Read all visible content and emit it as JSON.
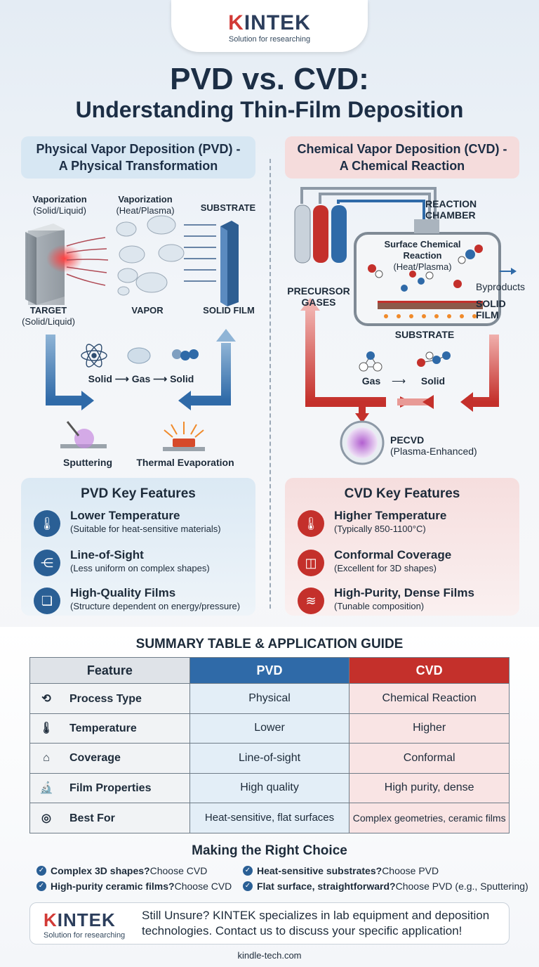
{
  "brand": {
    "name": "KINTEK",
    "tagline": "Solution for researching",
    "website": "kindle-tech.com"
  },
  "title": {
    "line1": "PVD vs. CVD:",
    "line2": "Understanding Thin-Film Deposition"
  },
  "pvd": {
    "heading_line1": "Physical Vapor Deposition (PVD) -",
    "heading_line2": "A Physical Transformation",
    "labels": {
      "vap1_a": "Vaporization",
      "vap1_b": "(Solid/Liquid)",
      "vap2_a": "Vaporization",
      "vap2_b": "(Heat/Plasma)",
      "substrate": "SUBSTRATE",
      "target_a": "TARGET",
      "target_b": "(Solid/Liquid)",
      "vapor": "VAPOR",
      "solid_film": "SOLID FILM",
      "solid1": "Solid",
      "gas": "Gas",
      "solid2": "Solid",
      "sputtering": "Sputtering",
      "thermal": "Thermal Evaporation"
    },
    "features_title": "PVD Key Features",
    "features": [
      {
        "title": "Lower Temperature",
        "sub": "(Suitable for heat-sensitive materials)",
        "icon": "thermometer-icon"
      },
      {
        "title": "Line-of-Sight",
        "sub": "(Less uniform on complex shapes)",
        "icon": "rays-icon"
      },
      {
        "title": "High-Quality Films",
        "sub": "(Structure dependent on energy/pressure)",
        "icon": "layers-icon"
      }
    ]
  },
  "cvd": {
    "heading_line1": "Chemical Vapor Deposition (CVD) -",
    "heading_line2": "A Chemical Reaction",
    "labels": {
      "chamber_a": "REACTION",
      "chamber_b": "CHAMBER",
      "surface_a": "Surface Chemical",
      "surface_b": "Reaction",
      "surface_c": "(Heat/Plasma)",
      "byproducts": "Byproducts",
      "precursor_a": "PRECURSOR",
      "precursor_b": "GASES",
      "solid_a": "SOLID",
      "solid_b": "FILM",
      "substrate": "SUBSTRATE",
      "gas": "Gas",
      "solid": "Solid",
      "pecvd": "PECVD",
      "pecvd_sub": "(Plasma-Enhanced)"
    },
    "features_title": "CVD Key Features",
    "features": [
      {
        "title": "Higher Temperature",
        "sub": "(Typically 850-1100°C)",
        "icon": "thermometer-icon"
      },
      {
        "title": "Conformal Coverage",
        "sub": "(Excellent for 3D shapes)",
        "icon": "cube-icon"
      },
      {
        "title": "High-Purity, Dense Films",
        "sub": "(Tunable composition)",
        "icon": "stack-icon"
      }
    ]
  },
  "summary": {
    "title": "SUMMARY TABLE & APPLICATION GUIDE",
    "headers": [
      "Feature",
      "PVD",
      "CVD"
    ],
    "rows": [
      {
        "feature": "Process Type",
        "pvd": "Physical",
        "cvd": "Chemical Reaction",
        "icon": "process-icon"
      },
      {
        "feature": "Temperature",
        "pvd": "Lower",
        "cvd": "Higher",
        "icon": "thermometer-icon"
      },
      {
        "feature": "Coverage",
        "pvd": "Line-of-sight",
        "cvd": "Conformal",
        "icon": "coverage-icon"
      },
      {
        "feature": "Film Properties",
        "pvd": "High quality",
        "cvd": "High purity, dense",
        "icon": "microscope-icon"
      },
      {
        "feature": "Best For",
        "pvd": "Heat-sensitive, flat surfaces",
        "cvd": "Complex geometries, ceramic films",
        "icon": "target-icon"
      }
    ]
  },
  "choice": {
    "title": "Making the Right Choice",
    "tips": [
      {
        "q": "Complex 3D shapes?",
        "a": " Choose CVD"
      },
      {
        "q": "Heat-sensitive substrates?",
        "a": " Choose PVD"
      },
      {
        "q": "High-purity ceramic films?",
        "a": " Choose CVD"
      },
      {
        "q": "Flat surface, straightforward?",
        "a": " Choose PVD (e.g., Sputtering)"
      }
    ]
  },
  "cta": {
    "line1": "Still Unsure? KINTEK specializes in lab equipment and deposition",
    "line2": "technologies. Contact us to discuss your specific application!"
  },
  "colors": {
    "navy": "#1c2e45",
    "blue": "#2f6aa8",
    "red": "#c4302b",
    "brand_red": "#d23a36"
  }
}
